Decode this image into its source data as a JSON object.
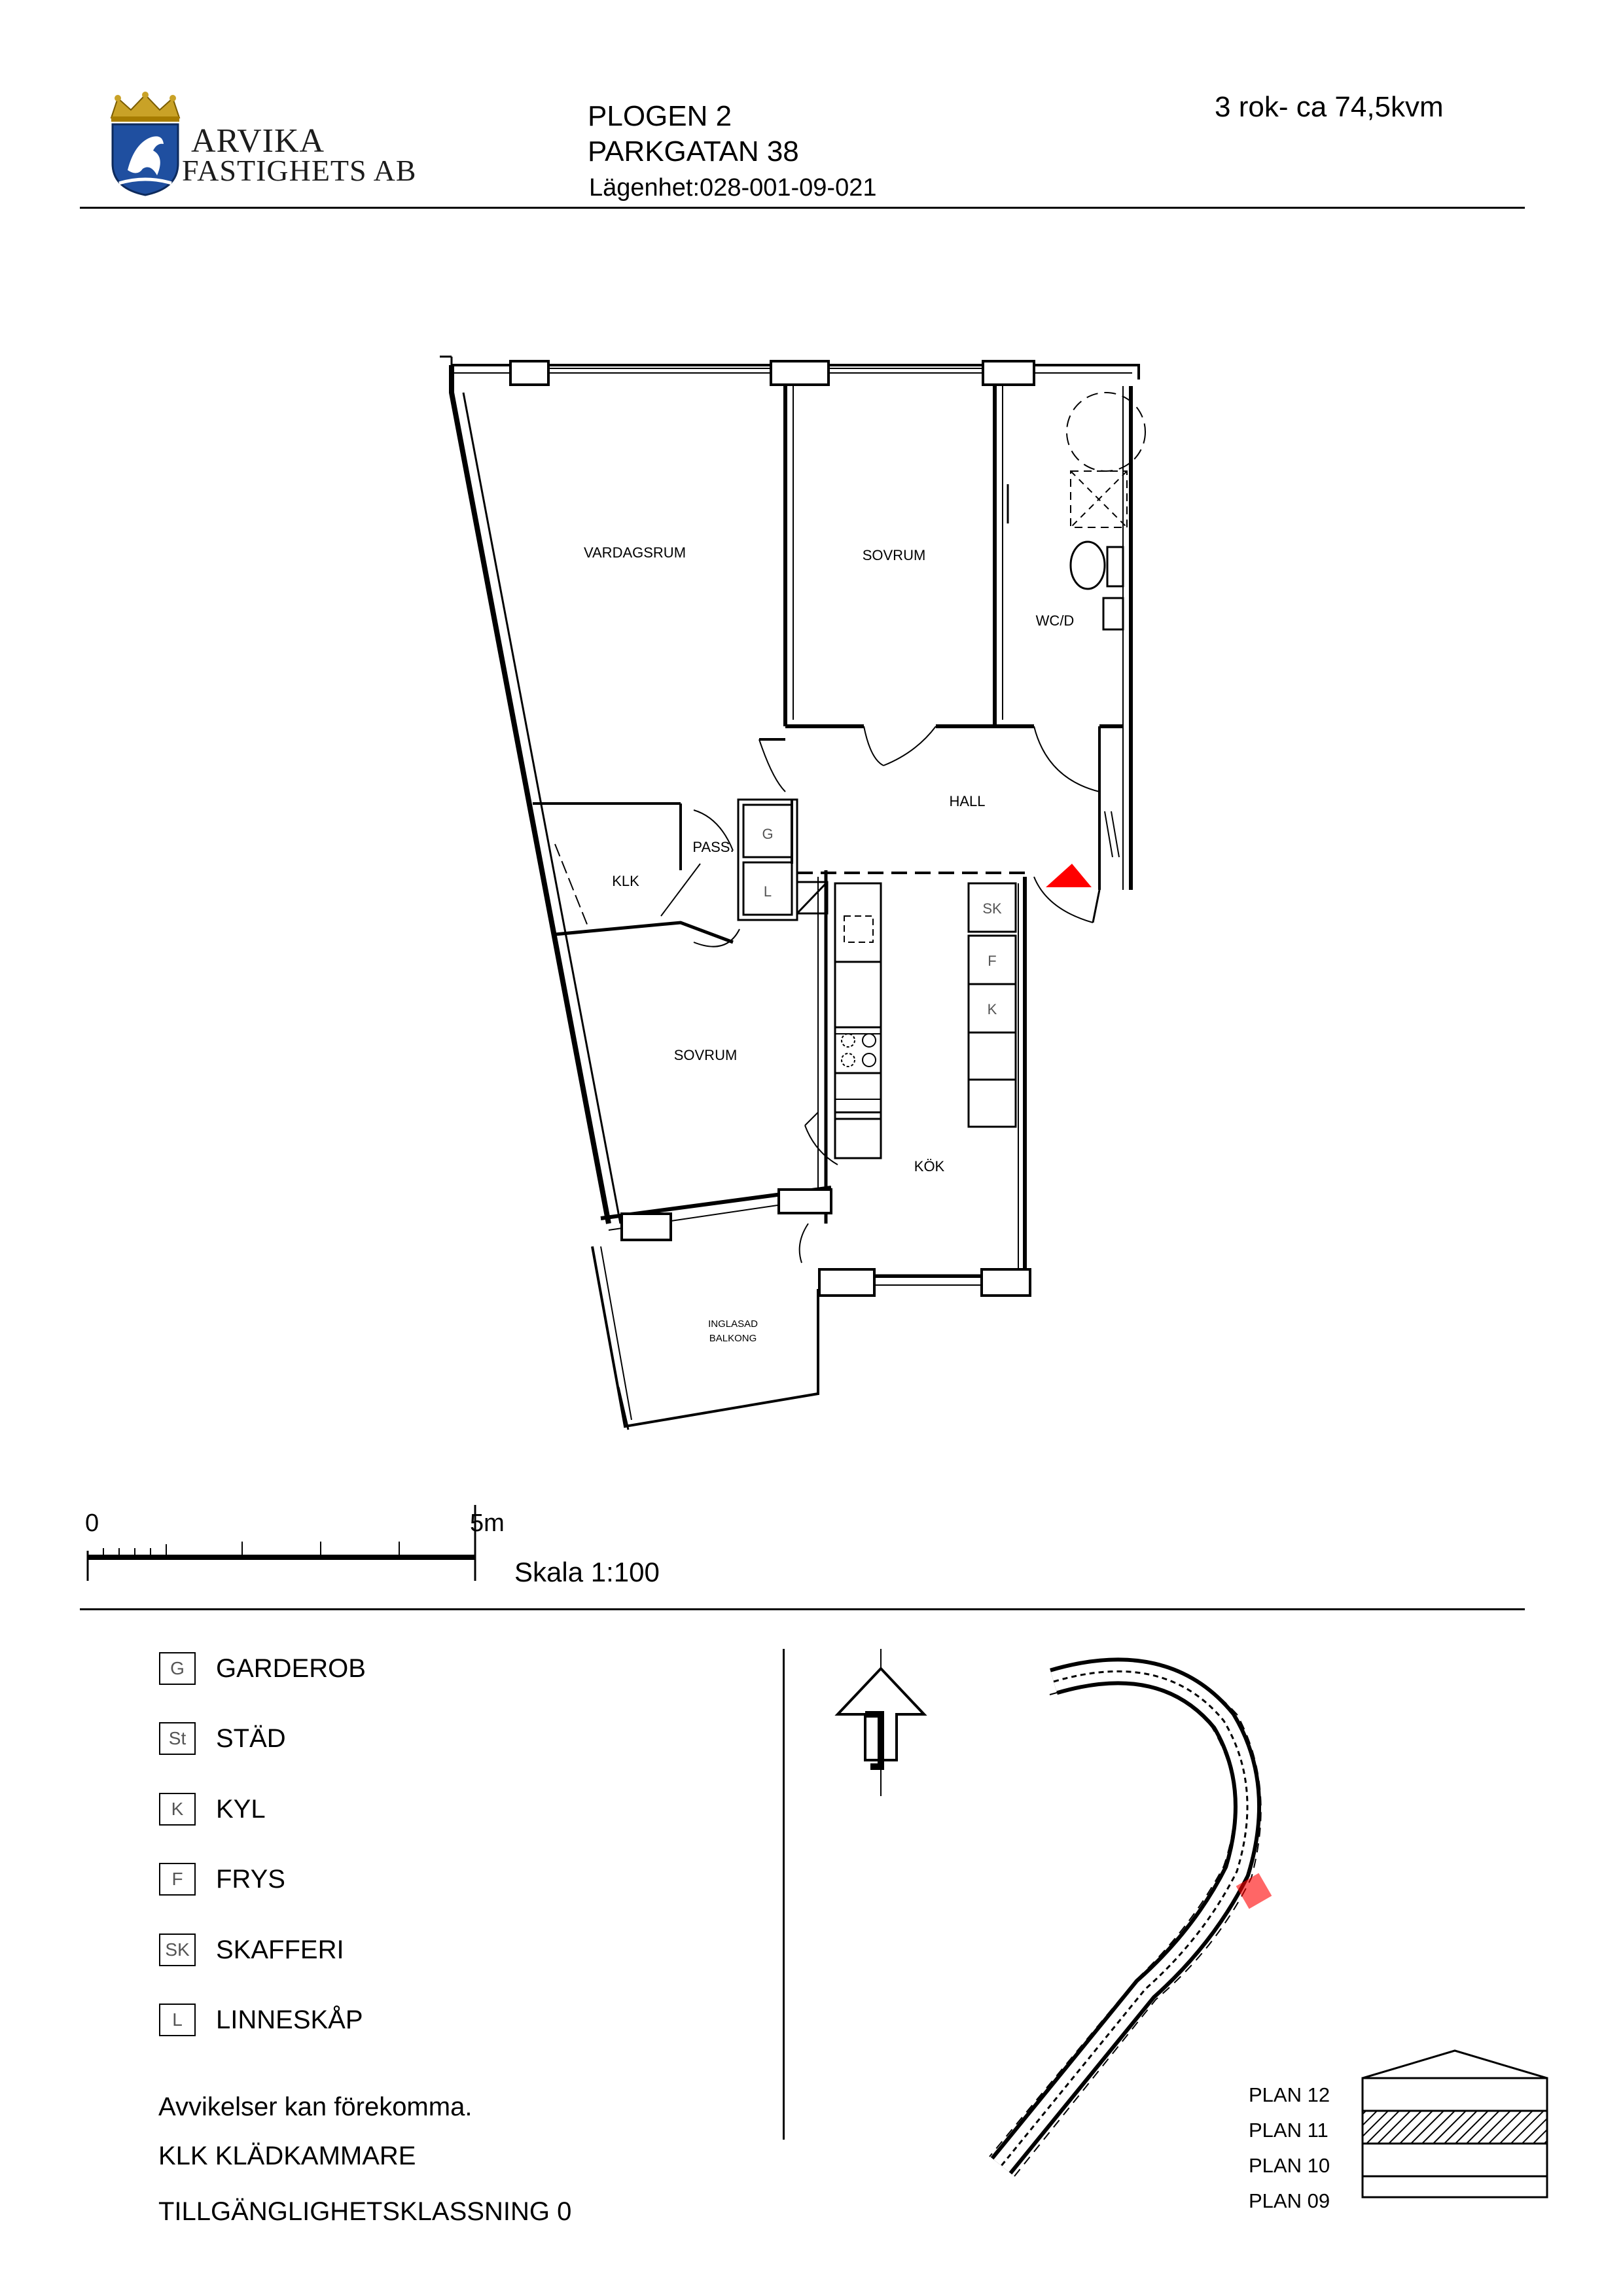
{
  "header": {
    "company_line1": "ARVIKA",
    "company_line2": "FASTIGHETS AB",
    "project": "PLOGEN 2",
    "address": "PARKGATAN 38",
    "apartment": "Lägenhet:028-001-09-021",
    "size": "3 rok- ca 74,5kvm"
  },
  "plan": {
    "rooms": {
      "vardagsrum": "VARDAGSRUM",
      "sovrum_top": "SOVRUM",
      "wcd": "WC/D",
      "hall": "HALL",
      "pass": "PASS.",
      "klk": "KLK",
      "sovrum_bottom": "SOVRUM",
      "kok": "KÖK",
      "balkong_line1": "INGLASAD",
      "balkong_line2": "BALKONG"
    },
    "fixtures": {
      "g": "G",
      "l": "L",
      "sk": "SK",
      "f": "F",
      "k": "K"
    },
    "entrance_color": "#ff0000"
  },
  "scale": {
    "start": "0",
    "end": "5m",
    "label": "Skala 1:100"
  },
  "legend": [
    {
      "code": "G",
      "label": "GARDEROB"
    },
    {
      "code": "St",
      "label": "STÄD"
    },
    {
      "code": "K",
      "label": "KYL"
    },
    {
      "code": "F",
      "label": "FRYS"
    },
    {
      "code": "SK",
      "label": "SKAFFERI"
    },
    {
      "code": "L",
      "label": "LINNESKÅP"
    }
  ],
  "notes": {
    "deviation": "Avvikelser kan förekomma.",
    "klk": "KLK KLÄDKAMMARE",
    "accessibility": "TILLGÄNGLIGHETSKLASSNING 0"
  },
  "floors": [
    "PLAN 12",
    "PLAN 11",
    "PLAN 10",
    "PLAN 09"
  ],
  "highlight_color": "#ff0000"
}
